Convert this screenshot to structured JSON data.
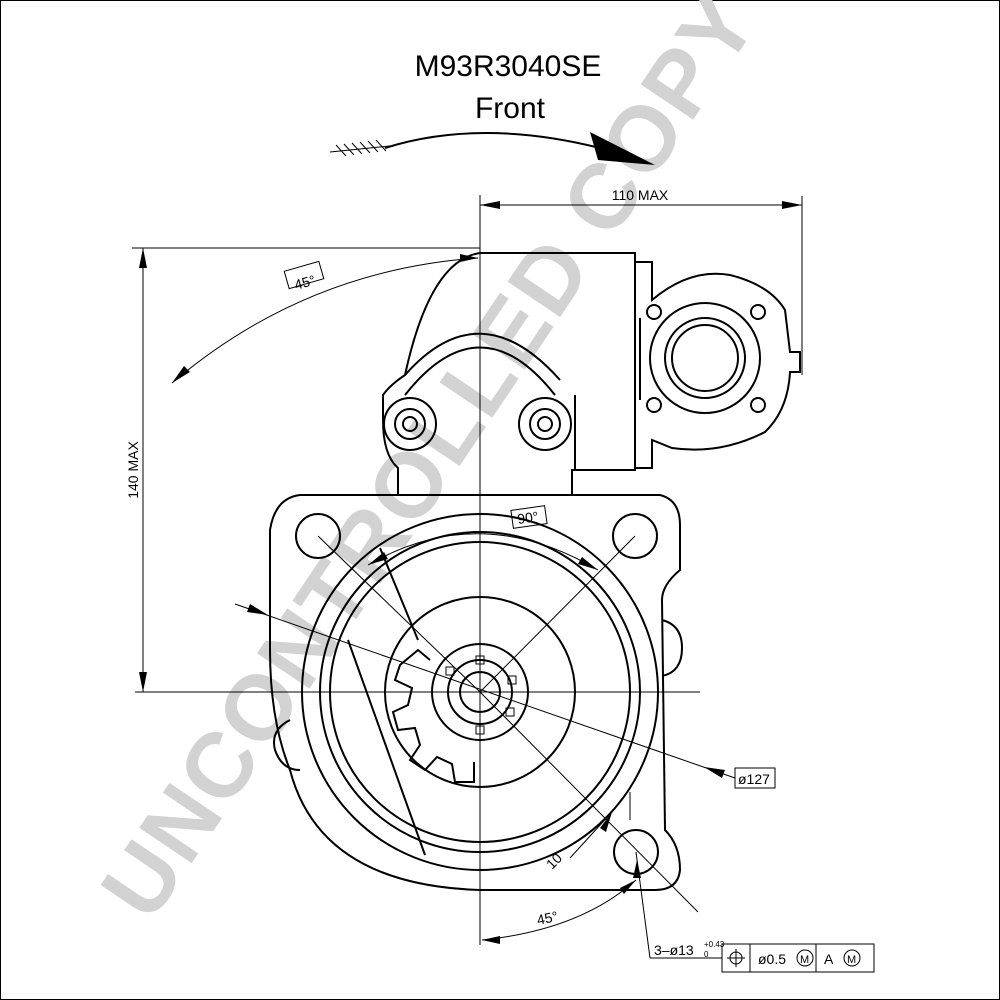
{
  "drawing": {
    "part_number": "M93R3040SE",
    "view_label": "Front",
    "watermark": "UNCONTROLLED COPY",
    "rotation_arrow": "rotation-direction-arrow"
  },
  "dimensions": {
    "width_max": "110 MAX",
    "height_max": "140 MAX",
    "angle_top": "45°",
    "angle_mid": "90°",
    "angle_bottom": "45°",
    "pilot_diameter": "ø127",
    "offset": "10",
    "holes": "3–ø13",
    "holes_tol_upper": "+0.43",
    "holes_tol_lower": "0"
  },
  "tolerance_frame": {
    "symbol": "position-symbol",
    "value": "ø0.5",
    "modifier": "M",
    "datum": "A",
    "datum_modifier": "M"
  }
}
